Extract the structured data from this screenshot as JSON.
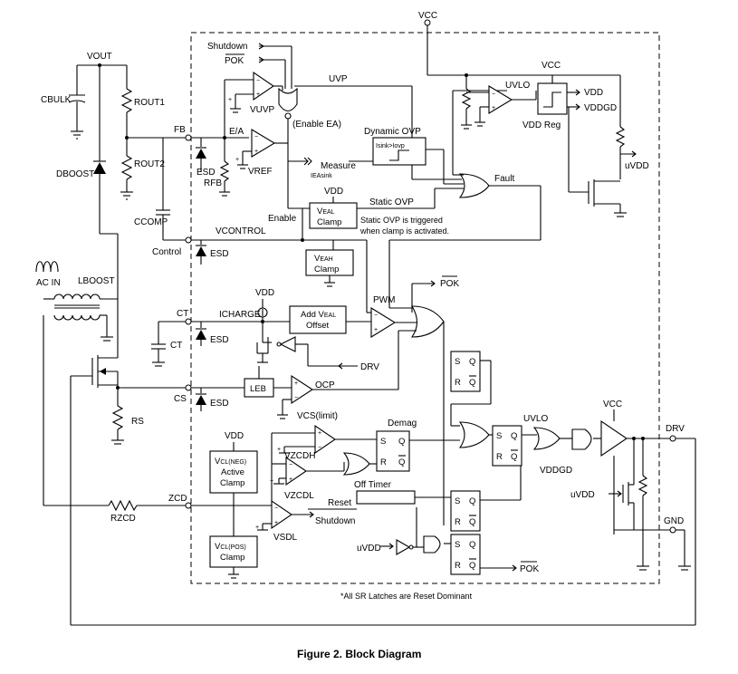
{
  "caption": "Figure 2. Block Diagram",
  "footnote": "*All SR Latches are Reset Dominant",
  "external": {
    "vcc_top": "VCC",
    "vout": "VOUT",
    "rout1": "ROUT1",
    "rout2": "ROUT2",
    "cbulk": "CBULK",
    "dboost": "DBOOST",
    "ccomp": "CCOMP",
    "ac_in": "AC IN",
    "lboost": "LBOOST",
    "ct_cap": "CT",
    "rs": "RS",
    "rzcd": "RZCD"
  },
  "pins": {
    "fb": "FB",
    "control": "Control",
    "ct": "CT",
    "cs": "CS",
    "zcd": "ZCD",
    "drv": "DRV",
    "gnd": "GND"
  },
  "internal": {
    "shutdown_in": "Shutdown",
    "pok_top": "POK",
    "uvp": "UVP",
    "vuvp": "VUVP",
    "enable_ea": "(Enable EA)",
    "ea": "E/A",
    "esd1": "ESD",
    "rfb": "RFB",
    "vref": "VREF",
    "dynamic_ovp": "Dynamic OVP",
    "isink_cmp": "Isink>Iovp",
    "measure": "Measure",
    "ieasink": "IEAsink",
    "vdd1": "VDD",
    "veal_clamp": "VEAL Clamp",
    "static_ovp": "Static OVP",
    "static_ovp_note1": "Static OVP is triggered",
    "static_ovp_note2": "when clamp is activated.",
    "enable": "Enable",
    "vcontrol": "VCONTROL",
    "esd2": "ESD",
    "veah_clamp": "VEAH Clamp",
    "fault": "Fault",
    "vcc_int": "VCC",
    "uvlo1": "UVLO",
    "vdd_out": "VDD",
    "vddgd": "VDDGD",
    "vdd_reg": "VDD Reg",
    "uvdd1": "uVDD",
    "pok2": "POK",
    "vdd2": "VDD",
    "icharge": "ICHARGE",
    "add_veal": "Add VEAL Offset",
    "pwm": "PWM",
    "esd3": "ESD",
    "drv_int": "DRV",
    "leb": "LEB",
    "ocp": "OCP",
    "vcs_limit": "VCS(limit)",
    "esd4": "ESD",
    "vdd3": "VDD",
    "vzcdh": "VZCDH",
    "vzcdl": "VZCDL",
    "vcl_neg": "VCL(NEG) Active Clamp",
    "demag": "Demag",
    "off_timer": "Off Timer",
    "reset": "Reset",
    "shutdown2": "Shutdown",
    "vsdl": "VSDL",
    "vcl_pos": "VCL(POS) Clamp",
    "uvdd2": "uVDD",
    "pok3": "POK",
    "uvlo2": "UVLO",
    "vddgd2": "VDDGD",
    "vcc2": "VCC",
    "uvdd3": "uVDD",
    "latch_s": "S",
    "latch_r": "R",
    "latch_q": "Q",
    "latch_qb": "Q"
  }
}
